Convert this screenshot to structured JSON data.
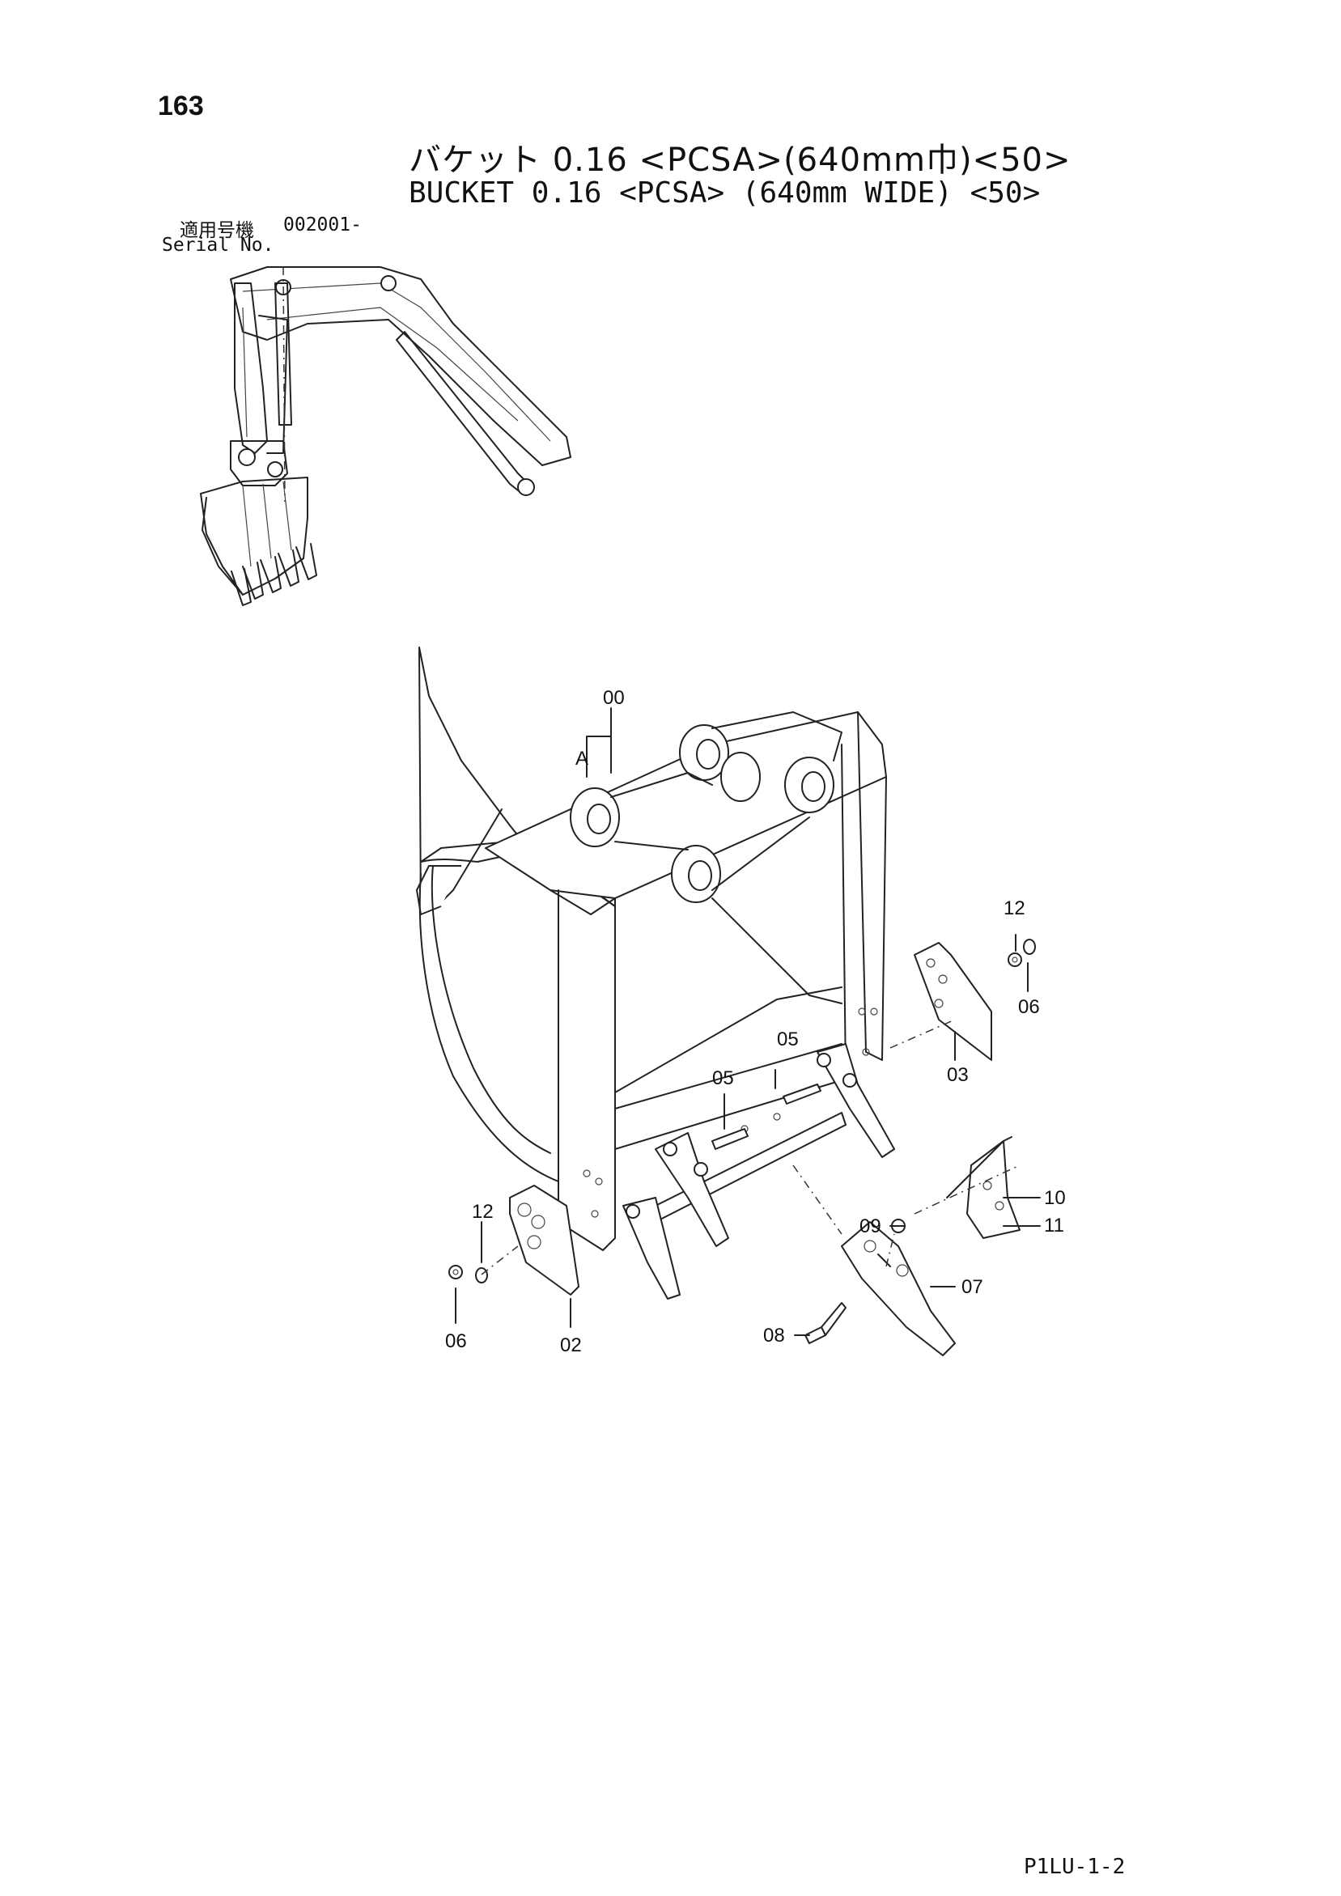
{
  "page_number": "163",
  "title_ja": "バケット 0.16 <PCSA>(640mm巾)<50>",
  "title_en": "BUCKET 0.16 <PCSA> (640mm WIDE) <50>",
  "serial": {
    "label_ja": "適用号機",
    "value": "002001-",
    "label_en": "Serial No."
  },
  "callouts": {
    "c00": "00",
    "cA": "A",
    "c12_right": "12",
    "c06_right": "06",
    "c05_a": "05",
    "c05_b": "05",
    "c03": "03",
    "c10": "10",
    "c11": "11",
    "c09": "09",
    "c07": "07",
    "c08": "08",
    "c12_left": "12",
    "c06_left": "06",
    "c02": "02"
  },
  "page_code": "P1LU-1-2"
}
